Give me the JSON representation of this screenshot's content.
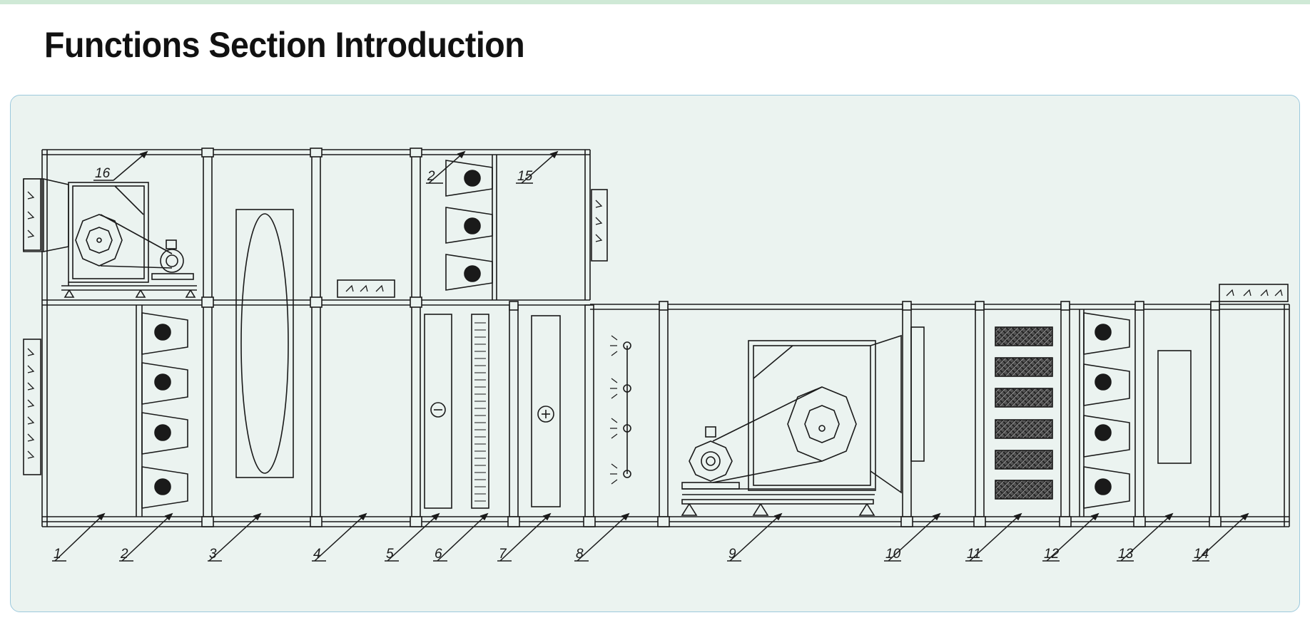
{
  "title": "Functions Section Introduction",
  "callouts": [
    {
      "id": "callout-1",
      "label": "1"
    },
    {
      "id": "callout-2",
      "label": "2"
    },
    {
      "id": "callout-3",
      "label": "3"
    },
    {
      "id": "callout-4",
      "label": "4"
    },
    {
      "id": "callout-5",
      "label": "5"
    },
    {
      "id": "callout-6",
      "label": "6"
    },
    {
      "id": "callout-7",
      "label": "7"
    },
    {
      "id": "callout-8",
      "label": "8"
    },
    {
      "id": "callout-9",
      "label": "9"
    },
    {
      "id": "callout-10",
      "label": "10"
    },
    {
      "id": "callout-11",
      "label": "11"
    },
    {
      "id": "callout-12",
      "label": "12"
    },
    {
      "id": "callout-13",
      "label": "13"
    },
    {
      "id": "callout-14",
      "label": "14"
    },
    {
      "id": "callout-2-upper",
      "label": "2"
    },
    {
      "id": "callout-15",
      "label": "15"
    },
    {
      "id": "callout-16",
      "label": "16"
    }
  ]
}
